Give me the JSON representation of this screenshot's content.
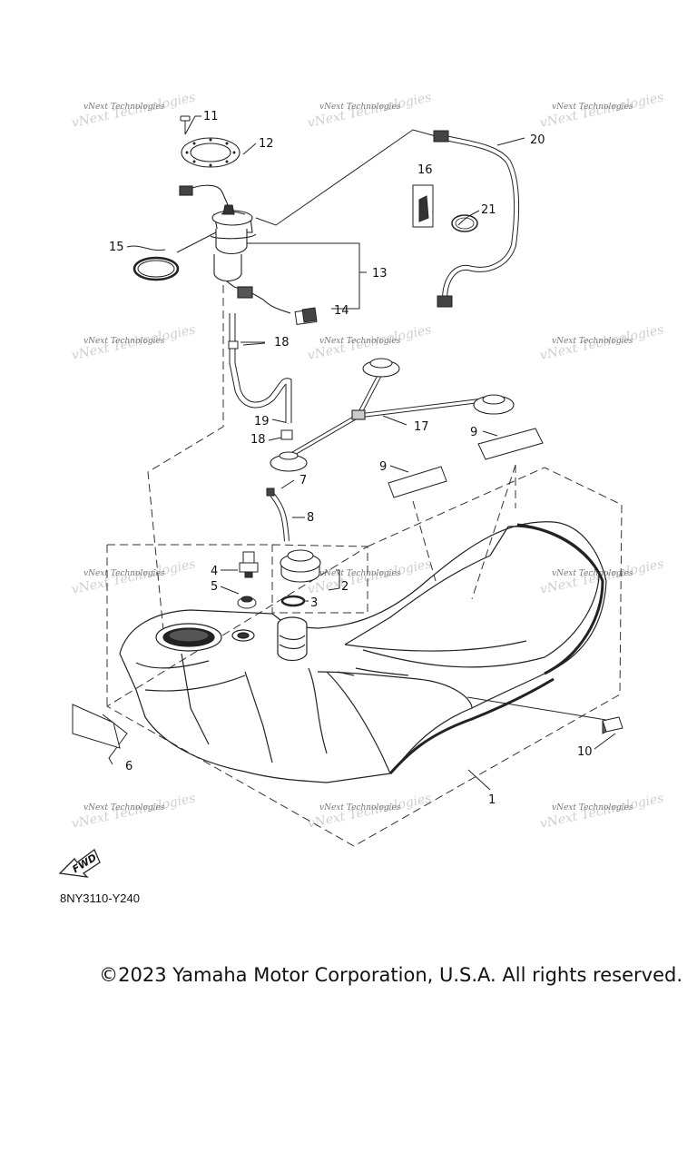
{
  "diagram": {
    "callouts": [
      "1",
      "2",
      "3",
      "4",
      "5",
      "6",
      "7",
      "8",
      "9",
      "9",
      "10",
      "11",
      "12",
      "13",
      "14",
      "15",
      "16",
      "17",
      "18",
      "18",
      "19",
      "20",
      "21"
    ],
    "watermark": "vNext Technologies",
    "fwd_label": "FWD",
    "figure_code": "8NY3110-Y240"
  },
  "footer": {
    "copyright": "©2023 Yamaha Motor Corporation, U.S.A. All rights reserved."
  }
}
